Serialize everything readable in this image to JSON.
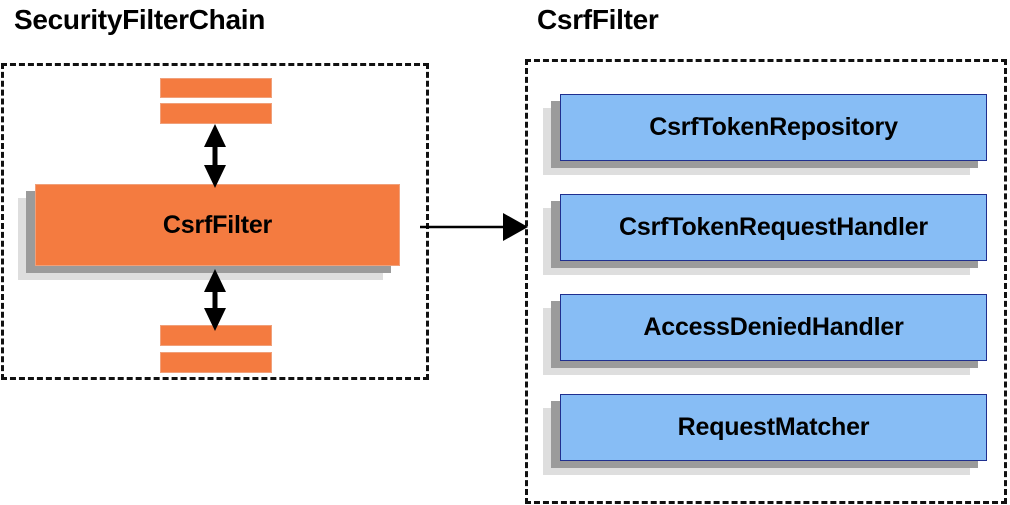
{
  "diagram": {
    "type": "component-collaboration-diagram",
    "background": "#ffffff",
    "colors": {
      "orange_fill": "#f47b40",
      "orange_border": "#f0a07a",
      "blue_fill": "#87bdf5",
      "blue_border": "#1f2f8f",
      "shadow_dark": "#9b9b9b",
      "shadow_light": "#dedede",
      "outline": "#111111",
      "text": "#000000"
    }
  },
  "panels": [
    {
      "id": "security-filter-chain",
      "title": "SecurityFilterChain",
      "style": "dashed-container",
      "nodes": [
        {
          "id": "filter-above-2",
          "label": "",
          "shape": "bar",
          "color": "orange"
        },
        {
          "id": "filter-above-1",
          "label": "",
          "shape": "bar",
          "color": "orange"
        },
        {
          "id": "csrf-filter",
          "label": "CsrfFilter",
          "shape": "box-3d",
          "color": "orange"
        },
        {
          "id": "filter-below-1",
          "label": "",
          "shape": "bar",
          "color": "orange"
        },
        {
          "id": "filter-below-2",
          "label": "",
          "shape": "bar",
          "color": "orange"
        }
      ]
    },
    {
      "id": "csrf-filter-detail",
      "title": "CsrfFilter",
      "style": "dashed-container",
      "nodes": [
        {
          "id": "csrf-token-repository",
          "label": "CsrfTokenRepository",
          "shape": "box-3d",
          "color": "blue"
        },
        {
          "id": "csrf-token-request-handler",
          "label": "CsrfTokenRequestHandler",
          "shape": "box-3d",
          "color": "blue"
        },
        {
          "id": "access-denied-handler",
          "label": "AccessDeniedHandler",
          "shape": "box-3d",
          "color": "blue"
        },
        {
          "id": "request-matcher",
          "label": "RequestMatcher",
          "shape": "box-3d",
          "color": "blue"
        }
      ]
    }
  ],
  "connectors": [
    {
      "id": "chain-to-detail",
      "from": "security-filter-chain",
      "to": "csrf-filter-detail",
      "style": "solid",
      "arrowheads": "end",
      "direction": "right"
    },
    {
      "id": "csrf-to-above",
      "from": "csrf-filter",
      "to": "filter-above-1",
      "style": "solid",
      "arrowheads": "both",
      "direction": "vertical"
    },
    {
      "id": "csrf-to-below",
      "from": "csrf-filter",
      "to": "filter-below-1",
      "style": "solid",
      "arrowheads": "both",
      "direction": "vertical"
    }
  ]
}
